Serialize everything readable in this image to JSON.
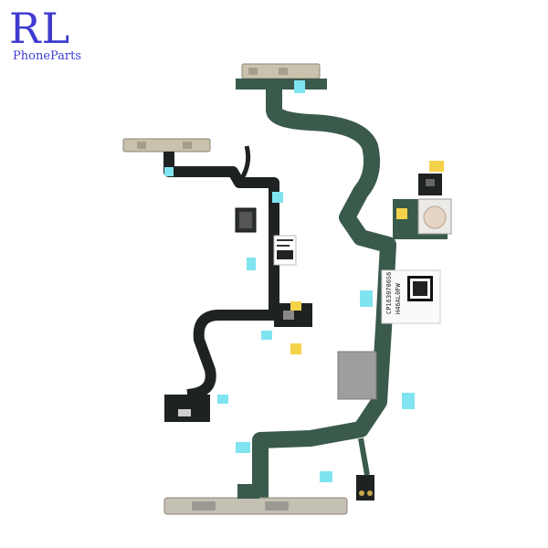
{
  "logo": {
    "main": "RL",
    "sub": "PhoneParts"
  },
  "labels": {
    "left_sticker": "",
    "right_sticker_line1": "CP1630706S6",
    "right_sticker_line2": "H46AL0FW"
  },
  "colors": {
    "brand": "#3f3bd0",
    "flex_dark": "#1e2222",
    "flex_green": "#3a5a4c",
    "metal": "#b8b4a6",
    "tape_cyan": "#7fe4ef",
    "tape_yellow": "#f4d24a"
  }
}
